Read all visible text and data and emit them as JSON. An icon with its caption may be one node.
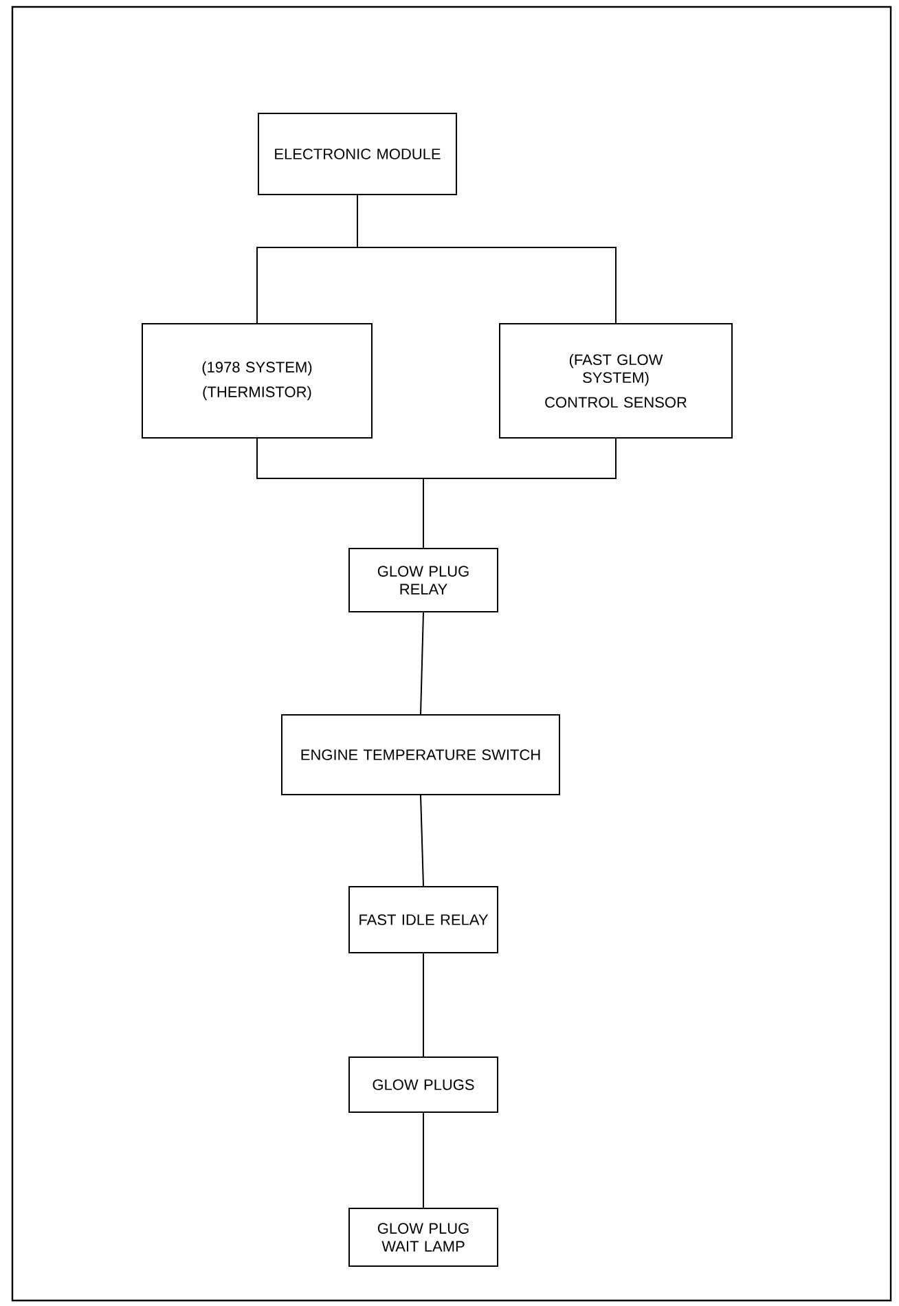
{
  "diagram": {
    "nodes": [
      {
        "text": [
          "ELECTRONIC MODULE"
        ]
      },
      {
        "text": [
          "(1978 SYSTEM)",
          "(THERMISTOR)"
        ]
      },
      {
        "text": [
          "(FAST GLOW SYSTEM)",
          "CONTROL SENSOR"
        ]
      },
      {
        "text": [
          "GLOW PLUG RELAY"
        ]
      },
      {
        "text": [
          "ENGINE TEMPERATURE SWITCH"
        ]
      },
      {
        "text": [
          "FAST IDLE RELAY"
        ]
      },
      {
        "text": [
          "GLOW PLUGS"
        ]
      },
      {
        "text": [
          "GLOW PLUG WAIT LAMP"
        ]
      }
    ],
    "edges": [
      {
        "from": 0,
        "to": 1,
        "arrow": "none"
      },
      {
        "from": 0,
        "to": 2,
        "arrow": "none"
      },
      {
        "from": 1,
        "to": 3,
        "arrow": "none"
      },
      {
        "from": 2,
        "to": 3,
        "arrow": "none"
      },
      {
        "from": 3,
        "to": 4,
        "arrow": "none"
      },
      {
        "from": 4,
        "to": 5,
        "arrow": "none"
      },
      {
        "from": 5,
        "to": 6,
        "arrow": "none"
      },
      {
        "from": 6,
        "to": 7,
        "arrow": "none"
      }
    ]
  }
}
